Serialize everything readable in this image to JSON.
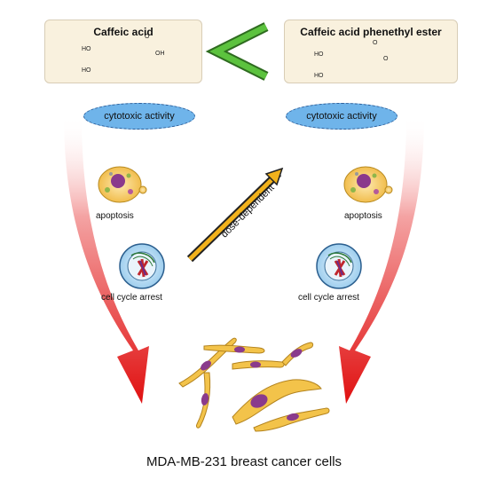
{
  "compounds": {
    "left": {
      "title": "Caffeic acid",
      "labels": [
        "HO",
        "HO",
        "O",
        "OH"
      ]
    },
    "right": {
      "title": "Caffeic acid phenethyl ester",
      "labels": [
        "HO",
        "HO",
        "O",
        "O"
      ]
    }
  },
  "comparison_symbol": "<",
  "cytotoxic": {
    "left_label": "cytotoxic activity",
    "right_label": "cytotoxic activity"
  },
  "effects": {
    "left": {
      "apoptosis": "apoptosis",
      "cell_cycle": "cell cycle arrest"
    },
    "right": {
      "apoptosis": "apoptosis",
      "cell_cycle": "cell cycle arrest"
    }
  },
  "dose_label": "dose-dependent",
  "cancer_cells_label": "MDA-MB-231 breast cancer cells",
  "colors": {
    "box_fill": "#f9f1de",
    "ellipse_fill": "#6fb4ea",
    "arrow_red": "#e31b1b",
    "comparison_green": "#4caf33",
    "dose_arrow": "#f2b21c",
    "cell_fill": "#f3c34a",
    "nucleus": "#8a3a8c"
  }
}
